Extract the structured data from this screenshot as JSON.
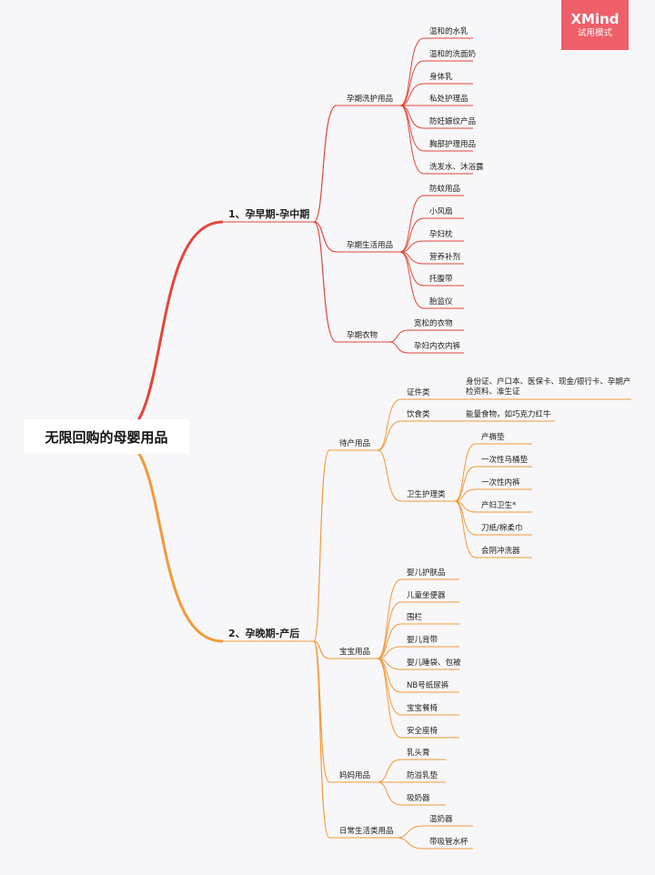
{
  "root": "无限回购的母婴用品",
  "badge": {
    "brand": "XMind",
    "mode": "试用模式"
  },
  "colors": {
    "red": "#e2463c",
    "orange": "#f29a3a",
    "badge": "#ee5f69"
  },
  "branches": [
    {
      "label": "1、孕早期-孕中期",
      "color": "red",
      "children": [
        {
          "label": "孕期洗护用品",
          "children": [
            "温和的水乳",
            "温和的洗面奶",
            "身体乳",
            "私处护理品",
            "防妊娠纹产品",
            "胸部护理用品",
            "洗发水、沐浴露"
          ]
        },
        {
          "label": "孕期生活用品",
          "children": [
            "防蚊用品",
            "小风扇",
            "孕妇枕",
            "营养补剂",
            "托腹带",
            "胎监仪"
          ]
        },
        {
          "label": "孕期衣物",
          "children": [
            "宽松的衣物",
            "孕妇内衣内裤"
          ]
        }
      ]
    },
    {
      "label": "2、孕晚期-产后",
      "color": "orange",
      "children": [
        {
          "label": "待产用品",
          "children": [
            {
              "label": "证件类",
              "children": [
                "身份证、户口本、医保卡、现金/银行卡、孕期产检资料、准生证"
              ]
            },
            {
              "label": "饮食类",
              "children": [
                "能量食物，如巧克力红牛"
              ]
            },
            {
              "label": "卫生护理类",
              "children": [
                "产褥垫",
                "一次性马桶垫",
                "一次性内裤",
                "产妇卫生*",
                "刀纸/棉柔巾",
                "会阴冲洗器"
              ]
            }
          ]
        },
        {
          "label": "宝宝用品",
          "children": [
            "婴儿护肤品",
            "儿童坐便器",
            "围栏",
            "婴儿背带",
            "婴儿睡袋、包被",
            "NB号纸尿裤",
            "宝宝餐椅",
            "安全座椅"
          ]
        },
        {
          "label": "妈妈用品",
          "children": [
            "乳头膏",
            "防溢乳垫",
            "吸奶器"
          ]
        },
        {
          "label": "日常生活类用品",
          "children": [
            "温奶器",
            "带吸管水杯"
          ]
        }
      ]
    }
  ]
}
